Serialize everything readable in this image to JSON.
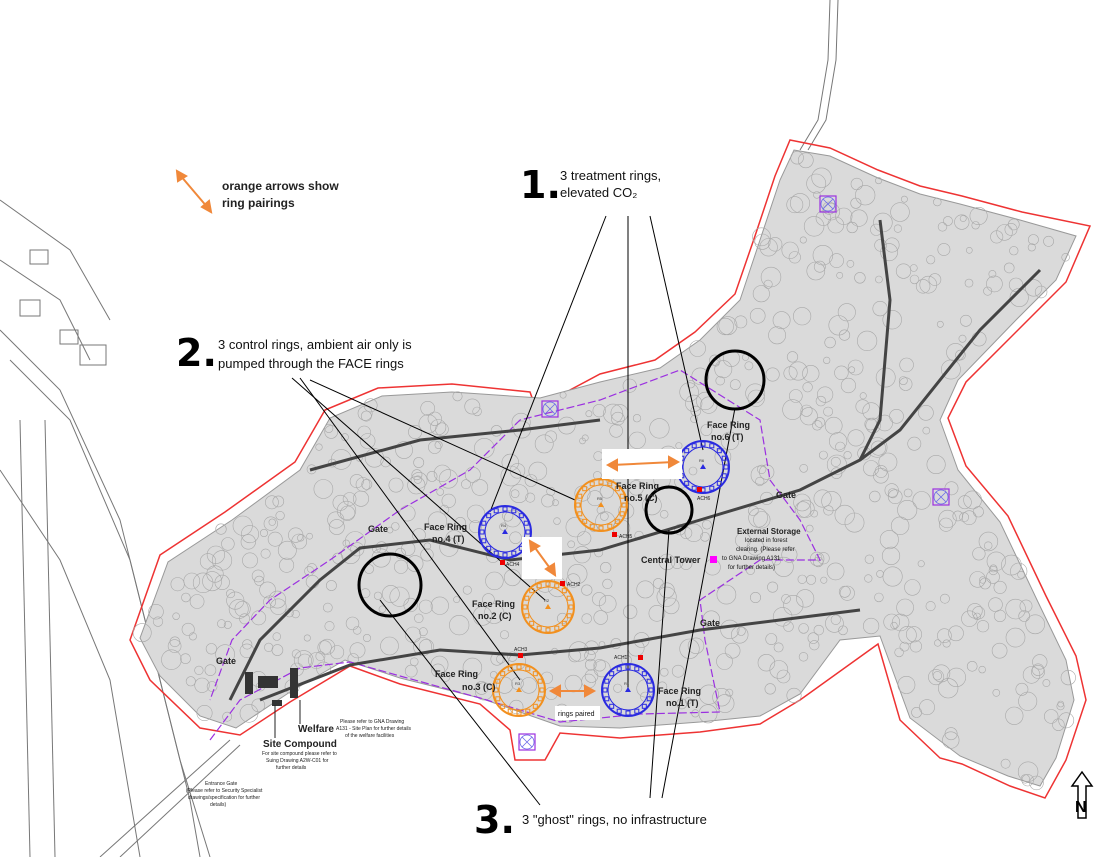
{
  "legend": {
    "line1": "orange arrows show",
    "line2": "ring pairings",
    "arrow_color": "#f0883a"
  },
  "callouts": [
    {
      "number": "1.",
      "line1": "3 treatment rings,",
      "line2": "elevated CO₂"
    },
    {
      "number": "2.",
      "line1": "3 control rings, ambient air only is",
      "line2": "pumped through the FACE rings"
    },
    {
      "number": "3.",
      "line1": "3 \"ghost\" rings, no infrastructure",
      "line2": ""
    }
  ],
  "rings": [
    {
      "name": "Face Ring",
      "id": "no.1 (T)",
      "type": "treatment",
      "code": "R1"
    },
    {
      "name": "Face Ring",
      "id": "no.2 (C)",
      "type": "control",
      "code": "R2"
    },
    {
      "name": "Face Ring",
      "id": "no.3 (C)",
      "type": "control",
      "code": "R3"
    },
    {
      "name": "Face Ring",
      "id": "no.4 (T)",
      "type": "treatment",
      "code": "R4"
    },
    {
      "name": "Face Ring",
      "id": "no.5 (C)",
      "type": "control",
      "code": "R5"
    },
    {
      "name": "Face Ring",
      "id": "no.6 (T)",
      "type": "treatment",
      "code": "R6"
    }
  ],
  "ach_labels": [
    "ACH1",
    "ACH2",
    "ACH3",
    "ACH4",
    "ACH5",
    "ACH6"
  ],
  "site_labels": {
    "gate": "Gate",
    "central_tower": "Central Tower",
    "external_storage": [
      "External Storage",
      "located in forest",
      "clearing. (Please refer",
      "to GNA Drawing A131",
      "for further details)"
    ],
    "welfare": "Welfare",
    "welfare_note": [
      "Please refer to GNA Drawing",
      "A131 - Site Plan for further details",
      "of the welfare facilities"
    ],
    "site_compound": "Site Compound",
    "site_compound_note": [
      "For site compound please refer to",
      "Suing Drawing A2W-C01 for",
      "further details"
    ],
    "entrance_gate": [
      "Entrance Gate",
      "(Please refer to Security Specialist",
      "drawings/specification for further",
      "details)"
    ],
    "rings_paired": "rings paired"
  },
  "north_arrow": "N",
  "colors": {
    "treatment": "#2a2ae0",
    "control": "#f2901e",
    "ghost": "#000000",
    "boundary": "#ee3333",
    "fence": "#9b30e0",
    "forest": "#d3d3d3",
    "tower": "#ff00ff"
  }
}
